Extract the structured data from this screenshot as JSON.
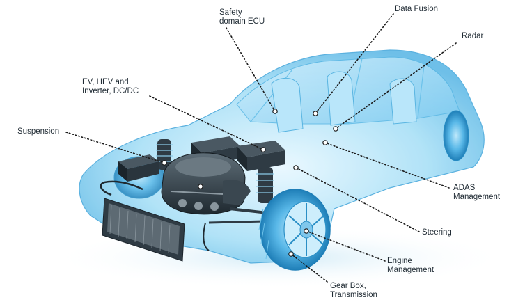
{
  "callouts": {
    "safety_ecu": [
      "Safety",
      "domain ECU"
    ],
    "data_fusion": [
      "Data Fusion"
    ],
    "radar": [
      "Radar"
    ],
    "ev_hev": [
      "EV, HEV and",
      "Inverter, DC/DC"
    ],
    "suspension": [
      "Suspension"
    ],
    "adas": [
      "ADAS",
      "Management"
    ],
    "steering": [
      "Steering"
    ],
    "engine": [
      "Engine",
      "Management"
    ],
    "gearbox": [
      "Gear Box,",
      "Transmission"
    ]
  },
  "colors": {
    "body_light": "#cfeefc",
    "body_mid": "#7fd0f2",
    "body_dark": "#2a8fc6",
    "engine_dark": "#2c3a44",
    "wheel_blue": "#3aa6e0",
    "leader": "#1a1a1a"
  }
}
